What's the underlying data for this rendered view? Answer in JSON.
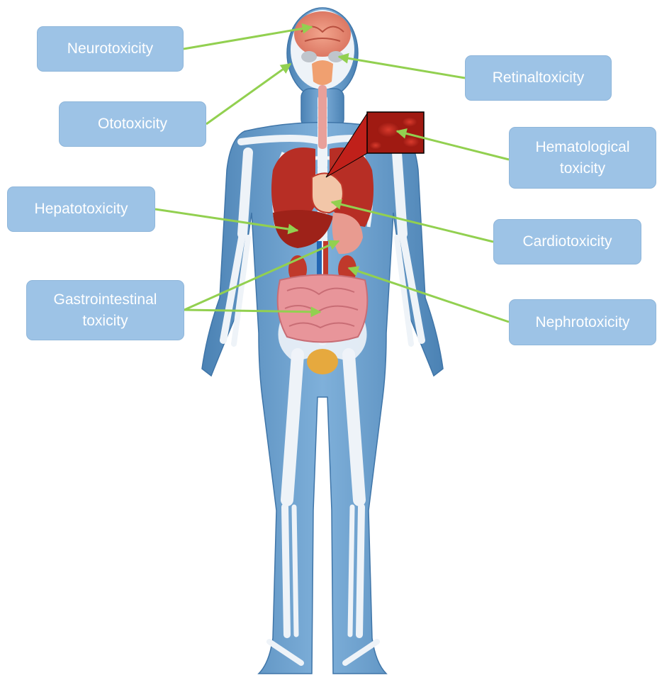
{
  "labels": {
    "neurotoxicity": "Neurotoxicity",
    "retinaltoxicity": "Retinaltoxicity",
    "ototoxicity": "Ototoxicity",
    "hematological": "Hematological\ntoxicity",
    "hepatotoxicity": "Hepatotoxicity",
    "cardiotoxicity": "Cardiotoxicity",
    "gastrointestinal": "Gastrointestinal\ntoxicity",
    "nephrotoxicity": "Nephrotoxicity"
  },
  "colors": {
    "label_box": "#9dc3e6",
    "label_text": "#ffffff",
    "arrow": "#92d050",
    "body_silhouette": "#5f95c4",
    "bone": "#eef3f8",
    "organ_red": "#c0392b",
    "intestine_pink": "#e8959a"
  }
}
